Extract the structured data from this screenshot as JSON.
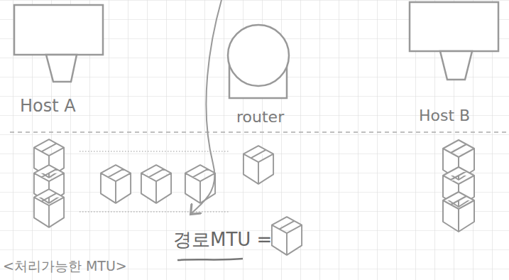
{
  "diagram": {
    "nodes": [
      {
        "text": [
          "Host A"
        ]
      },
      {
        "text": [
          "router"
        ]
      },
      {
        "text": [
          "Host B"
        ]
      }
    ],
    "labels": [
      "경로MTU =",
      "<처리가능한 MTU>"
    ]
  }
}
